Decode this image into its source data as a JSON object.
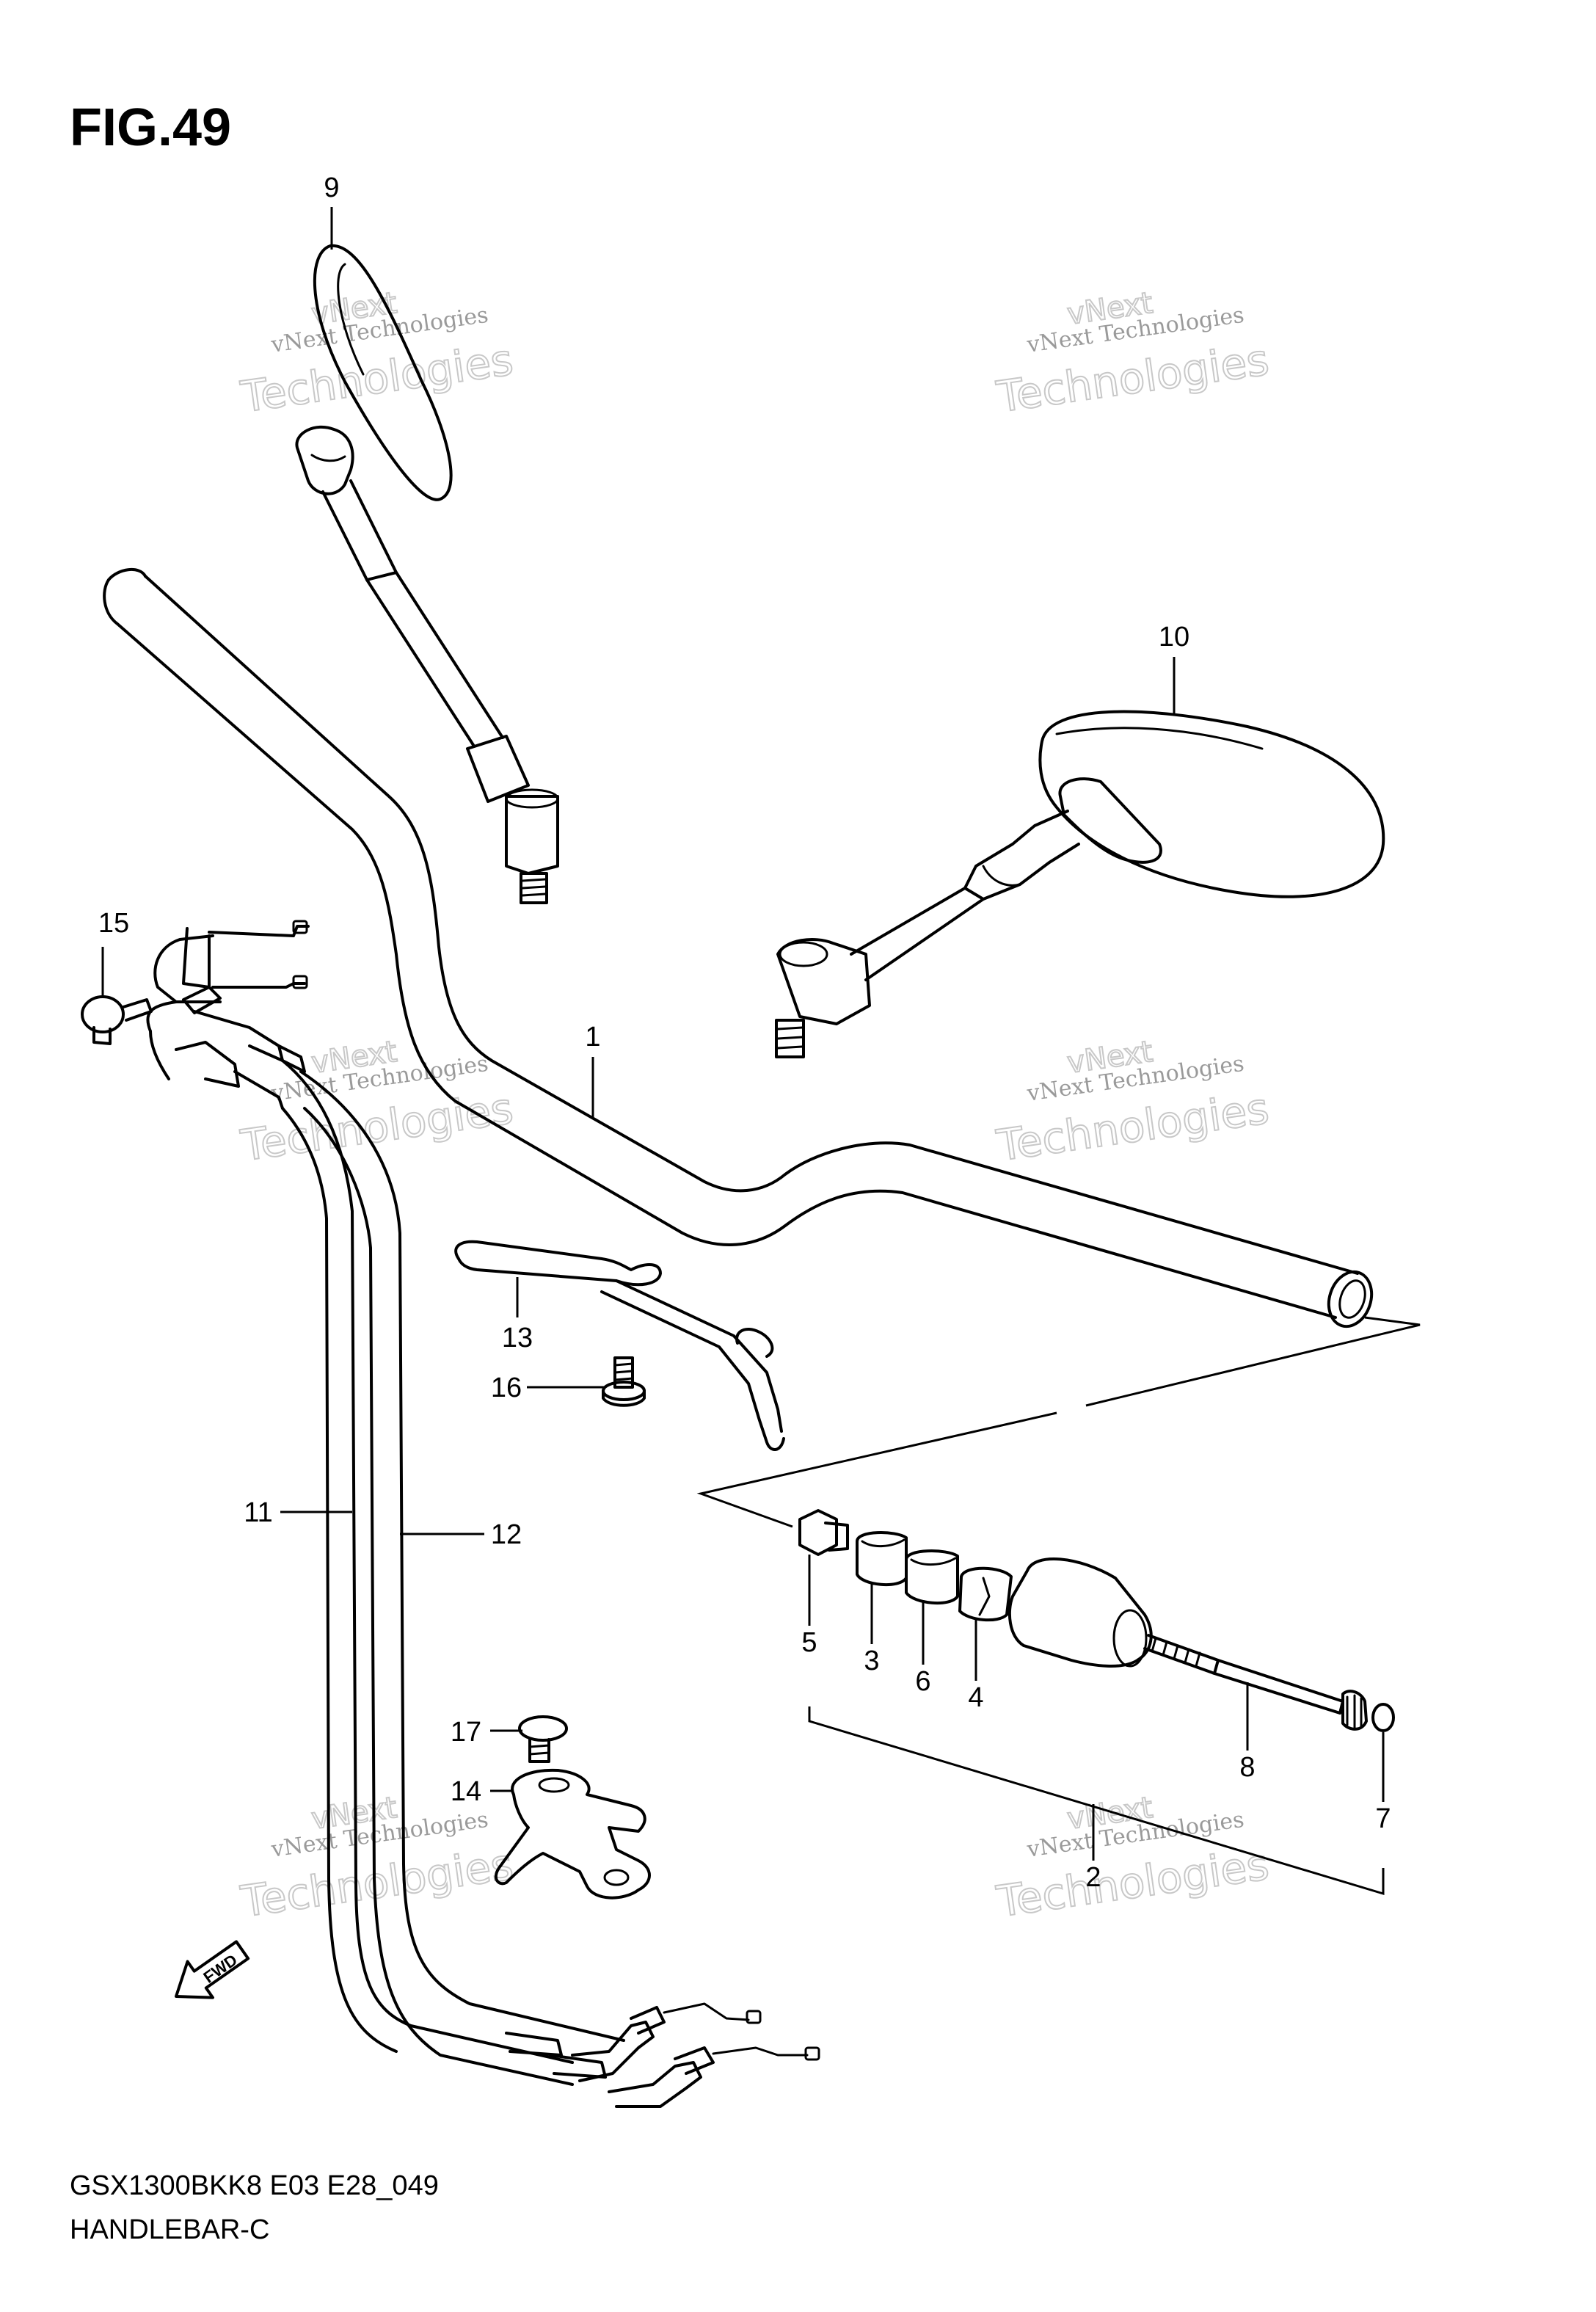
{
  "figure": {
    "title": "FIG.49",
    "model_code": "GSX1300BKK8 E03 E28_049",
    "section": "HANDLEBAR-C"
  },
  "callouts": [
    "1",
    "2",
    "3",
    "4",
    "5",
    "6",
    "7",
    "8",
    "9",
    "10",
    "11",
    "12",
    "13",
    "14",
    "15",
    "16",
    "17"
  ],
  "watermark": {
    "line_small": "vNext Technologies",
    "line_big": "Technologies",
    "line_top": "vNext"
  },
  "direction_marker": {
    "label": "FWD"
  }
}
